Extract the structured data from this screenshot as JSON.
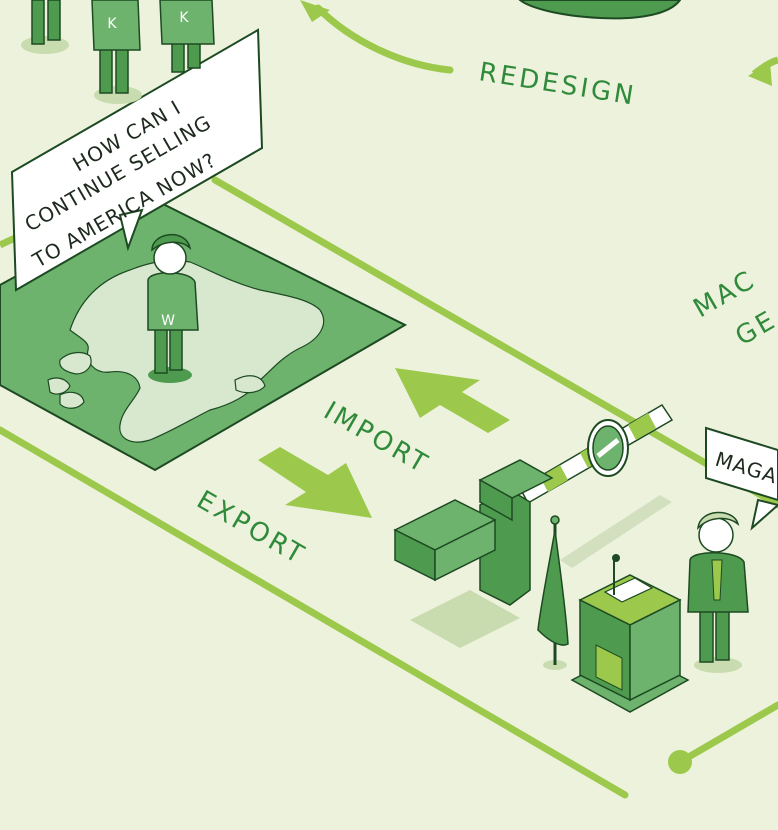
{
  "labels": {
    "redesign": "REDESIGN",
    "import": "IMPORT",
    "export": "EXPORT",
    "mac_partial": "MAC",
    "ge_partial": "GE"
  },
  "speech": {
    "question_line1": "HOW CAN I",
    "question_line2": "CONTINUE SELLING",
    "question_line3": "TO AMERICA NOW?",
    "maga_partial": "MAGA"
  },
  "shirts": {
    "left_worker_1": "K",
    "left_worker_2": "K",
    "center_worker": "W"
  },
  "colors": {
    "background": "#edf2dc",
    "accent_light": "#9cc94c",
    "map_green": "#6db36d",
    "map_dark": "#4e9b4f",
    "land": "#d7e8cf",
    "outline": "#1d4a22",
    "label_green": "#2f8a3a"
  }
}
